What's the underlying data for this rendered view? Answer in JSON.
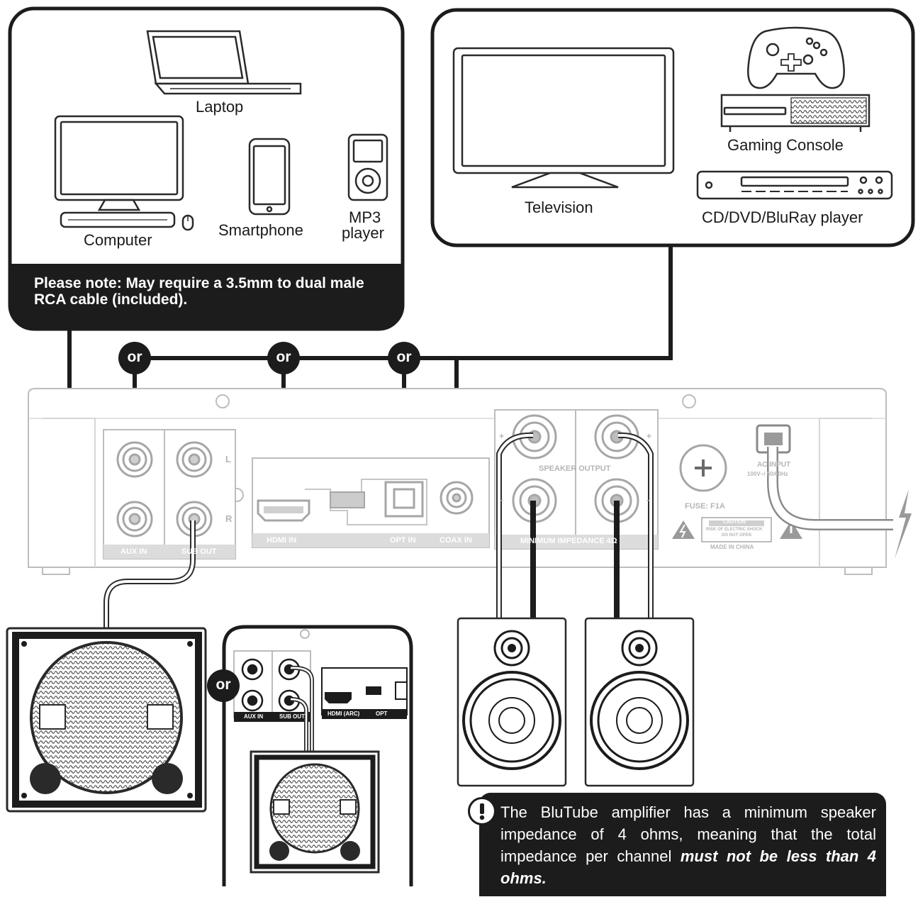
{
  "devices": {
    "laptop": "Laptop",
    "computer": "Computer",
    "smartphone": "Smartphone",
    "mp3_player_line1": "MP3",
    "mp3_player_line2": "player",
    "television": "Television",
    "gaming_console": "Gaming Console",
    "disc_player": "CD/DVD/BluRay player"
  },
  "note": "Please note: May require a 3.5mm to dual male RCA cable (included).",
  "or_label": "or",
  "amplifier": {
    "aux_in": "AUX IN",
    "sub_out": "SUB OUT",
    "hdmi_in": "HDMI IN",
    "opt_in": "OPT IN",
    "coax_in": "COAX IN",
    "speaker_output": "SPEAKER OUTPUT",
    "minimum_impedance": "MINIMUM IMPEDANCE 4Ω",
    "fuse": "FUSE: F1A",
    "ac_input": "AC INPUT",
    "ac_rating": "100V~/ 50/60Hz",
    "caution": "CAUTION",
    "caution_detail_1": "RISK OF ELECTRIC SHOCK",
    "caution_detail_2": "DO NOT OPEN",
    "made_in": "MADE IN CHINA",
    "channel_left": "L",
    "channel_right": "R",
    "plus": "+",
    "minus": "-"
  },
  "inset": {
    "aux_in": "AUX IN",
    "sub_out": "SUB OUT",
    "hdmi_in": "HDMI (ARC)",
    "opt": "OPT"
  },
  "warning": {
    "text": "The BluTube amplifier has a minimum speaker impedance of 4 ohms, meaning that the total impedance per channel ",
    "emphasis": "must not be less than 4 ohms."
  }
}
